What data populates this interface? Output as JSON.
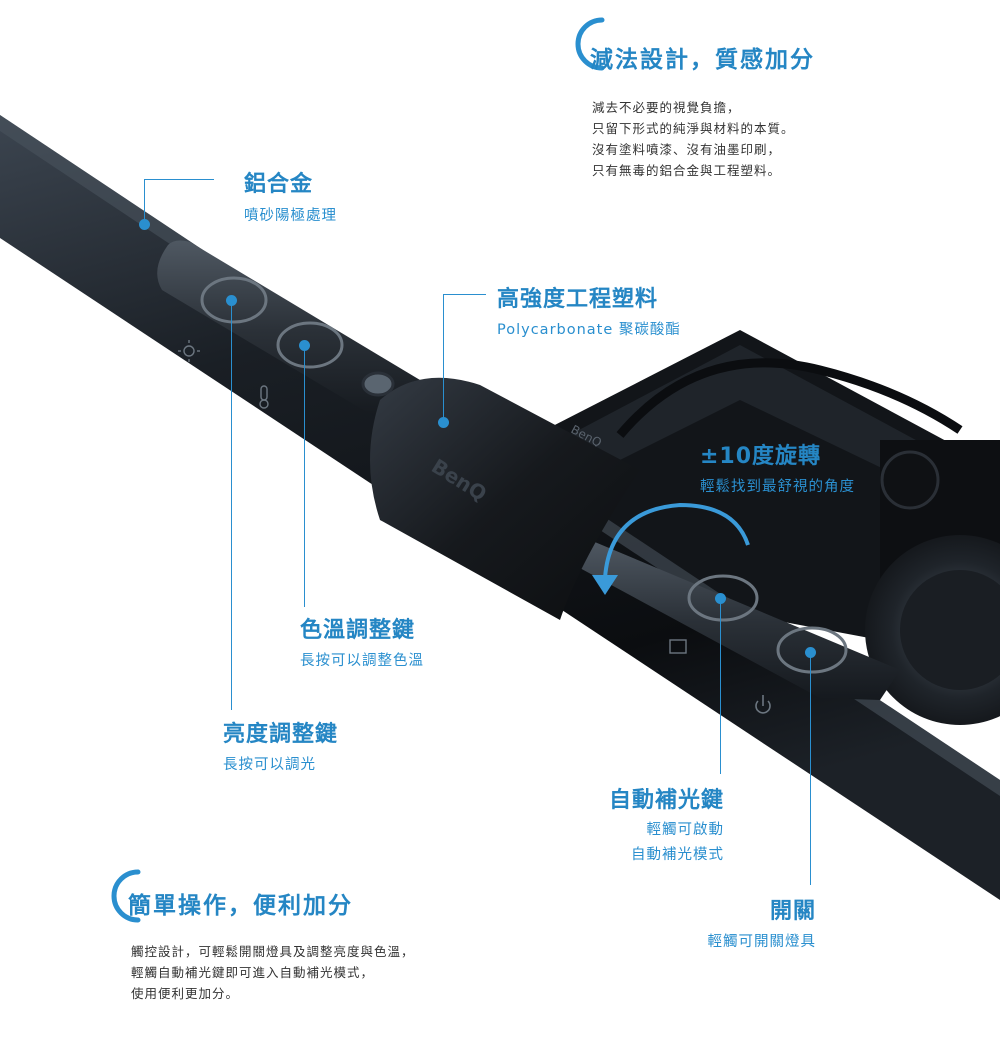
{
  "sections": {
    "top": {
      "title": "減法設計，質感加分",
      "lines": [
        "減去不必要的視覺負擔，",
        "只留下形式的純淨與材料的本質。",
        "沒有塗料噴漆、沒有油墨印刷，",
        "只有無毒的鋁合金與工程塑料。"
      ]
    },
    "bottom": {
      "title": "簡單操作，便利加分",
      "lines": [
        "觸控設計，可輕鬆開關燈具及調整亮度與色溫，",
        "輕觸自動補光鍵即可進入自動補光模式，",
        "使用便利更加分。"
      ]
    }
  },
  "callouts": {
    "aluminum": {
      "title": "鋁合金",
      "sub": "噴砂陽極處理"
    },
    "plastic": {
      "title": "高強度工程塑料",
      "sub": "Polycarbonate 聚碳酸酯"
    },
    "rotate": {
      "title": "±10度旋轉",
      "sub": "輕鬆找到最舒視的角度"
    },
    "color_temp": {
      "title": "色溫調整鍵",
      "sub": "長按可以調整色溫"
    },
    "brightness": {
      "title": "亮度調整鍵",
      "sub": "長按可以調光"
    },
    "auto_light": {
      "title": "自動補光鍵",
      "sub1": "輕觸可啟動",
      "sub2": "自動補光模式"
    },
    "power": {
      "title": "開關",
      "sub": "輕觸可開關燈具"
    }
  },
  "product": {
    "logo_text": "BenQ",
    "device_label": "BenQ"
  },
  "colors": {
    "accent": "#2a8fcf",
    "arc": "#3a9ad9",
    "body": "#111418"
  },
  "icons": [
    "sun-icon",
    "thermometer-icon",
    "monitor-icon",
    "power-icon"
  ]
}
